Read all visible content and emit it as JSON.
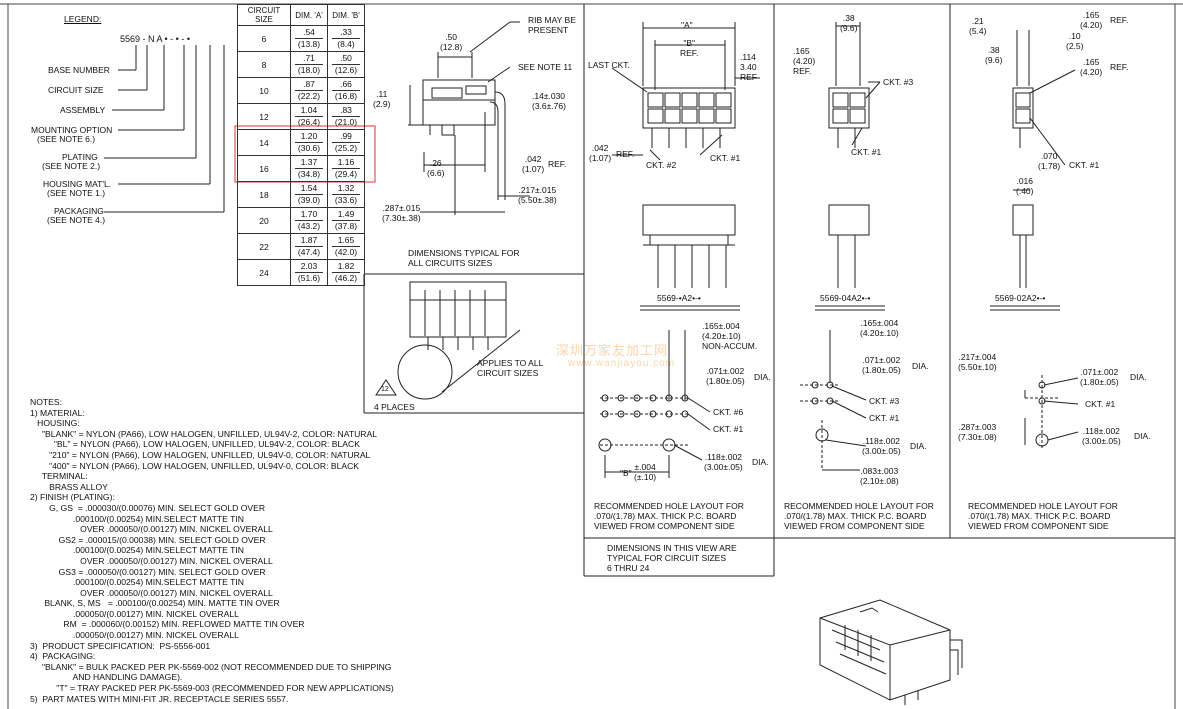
{
  "legend": {
    "title": "LEGEND:",
    "code": "5569 - N A • - • - •",
    "items": [
      "BASE NUMBER",
      "CIRCUIT SIZE",
      "ASSEMBLY",
      "MOUNTING OPTION",
      "(SEE NOTE 6.)",
      "PLATING",
      "(SEE NOTE 2.)",
      "HOUSING MAT'L.",
      "(SEE NOTE 1.)",
      "PACKAGING",
      "(SEE NOTE 4.)"
    ]
  },
  "table": {
    "headers": [
      "CIRCUIT SIZE",
      "DIM. 'A'",
      "DIM. 'B'"
    ],
    "rows": [
      {
        "size": "6",
        "a": ".54",
        "a_mm": "(13.8)",
        "b": ".33",
        "b_mm": "(8.4)"
      },
      {
        "size": "8",
        "a": ".71",
        "a_mm": "(18.0)",
        "b": ".50",
        "b_mm": "(12.6)"
      },
      {
        "size": "10",
        "a": ".87",
        "a_mm": "(22.2)",
        "b": ".66",
        "b_mm": "(16.8)"
      },
      {
        "size": "12",
        "a": "1.04",
        "a_mm": "(26.4)",
        "b": ".83",
        "b_mm": "(21.0)"
      },
      {
        "size": "14",
        "a": "1.20",
        "a_mm": "(30.6)",
        "b": ".99",
        "b_mm": "(25.2)"
      },
      {
        "size": "16",
        "a": "1.37",
        "a_mm": "(34.8)",
        "b": "1.16",
        "b_mm": "(29.4)"
      },
      {
        "size": "18",
        "a": "1.54",
        "a_mm": "(39.0)",
        "b": "1.32",
        "b_mm": "(33.6)"
      },
      {
        "size": "20",
        "a": "1.70",
        "a_mm": "(43.2)",
        "b": "1.49",
        "b_mm": "(37.8)"
      },
      {
        "size": "22",
        "a": "1.87",
        "a_mm": "(47.4)",
        "b": "1.65",
        "b_mm": "(42.0)"
      },
      {
        "size": "24",
        "a": "2.03",
        "a_mm": "(51.6)",
        "b": "1.82",
        "b_mm": "(46.2)"
      }
    ],
    "highlight_color": "#e0584f"
  },
  "side_view": {
    "rib_note": "RIB MAY BE\nPRESENT",
    "see_note": "SEE NOTE 11",
    "dim_50": ".50\n(12.8)",
    "dim_11": ".11\n(2.9)",
    "dim_14": ".14±.030\n(3.6±.76)",
    "dim_26": ".26\n(6.6)",
    "dim_042": ".042\n(1.07)",
    "dim_042_ref": "REF.",
    "dim_287": ".287±.015\n(7.30±.38)",
    "dim_217": ".217±.015\n(5.50±.38)"
  },
  "typical": {
    "caption": "DIMENSIONS TYPICAL FOR\nALL CIRCUITS SIZES",
    "applies": "APPLIES TO ALL\nCIRCUIT SIZES",
    "places": "4 PLACES",
    "flag": "12"
  },
  "front_views": {
    "last_ckt": "LAST CKT.",
    "dim_a": "\"A\"",
    "dim_b": "\"B\"\nREF.",
    "dim_114": ".114\n3.40\nREF",
    "dim_042": ".042\n(1.07)",
    "ref": "REF.",
    "ckt2": "CKT. #2",
    "ckt1": "CKT. #1",
    "dim_38": ".38\n(9.6)",
    "dim_165": ".165\n(4.20)\nREF.",
    "ckt3": "CKT. #3",
    "ckt1b": "CKT. #1",
    "dim_21": ".21\n(5.4)",
    "dim_10": ".10\n(2.5)",
    "dim_38b": ".38\n(9.6)",
    "dim_165b": ".165\n(4.20)",
    "ref2": "REF.",
    "dim_165c": ".165\n(4.20)",
    "ref3": "REF.",
    "dim_070": ".070\n(1.78)",
    "ckt1c": "CKT. #1",
    "dim_016": ".016\n(.40)"
  },
  "part_labels": [
    "5569-•A2•-•",
    "5569-04A2•-•",
    "5569-02A2•-•"
  ],
  "hole_layouts": {
    "left": {
      "d165": ".165±.004\n(4.20±.10)\nNON-ACCUM.",
      "d071": ".071±.002\n(1.80±.05)",
      "dia": "DIA.",
      "ckt6": "CKT. #6",
      "ckt1": "CKT. #1",
      "d118": ".118±.002\n(3.00±.05)",
      "dia2": "DIA.",
      "db": "\"B\"",
      "db_tol": "±.004\n(±.10)"
    },
    "mid": {
      "d165": ".165±.004\n(4.20±.10)",
      "d071": ".071±.002\n(1.80±.05)",
      "dia": "DIA.",
      "ckt3": "CKT. #3",
      "ckt1": "CKT. #1",
      "d118": ".118±.002\n(3.00±.05)",
      "dia2": "DIA.",
      "d083": ".083±.003\n(2.10±.08)"
    },
    "right": {
      "d217": ".217±.004\n(5.50±.10)",
      "d071": ".071±.002\n(1.80±.05)",
      "dia": "DIA.",
      "ckt1": "CKT. #1",
      "d287": ".287±.003\n(7.30±.08)",
      "d118": ".118±.002\n(3.00±.05)",
      "dia2": "DIA."
    },
    "caption": "RECOMMENDED HOLE LAYOUT FOR\n.070/(1.78) MAX. THICK P.C. BOARD\nVIEWED FROM COMPONENT SIDE",
    "typical_note": "DIMENSIONS IN THIS VIEW ARE\nTYPICAL FOR CIRCUIT SIZES\n6 THRU 24"
  },
  "notes": [
    "NOTES:",
    "1) MATERIAL:",
    "   HOUSING:",
    "     \"BLANK\" = NYLON (PA66), LOW HALOGEN, UNFILLED, UL94V-2, COLOR: NATURAL",
    "          \"BL\" = NYLON (PA66), LOW HALOGEN, UNFILLED, UL94V-2, COLOR: BLACK",
    "        \"210\" = NYLON (PA66), LOW HALOGEN, UNFILLED, UL94V-0, COLOR: NATURAL",
    "        \"400\" = NYLON (PA66), LOW HALOGEN, UNFILLED, UL94V-0, COLOR: BLACK",
    "     TERMINAL:",
    "        BRASS ALLOY",
    "2) FINISH (PLATING):",
    "        G, GS  = .000030/(0.00076) MIN. SELECT GOLD OVER",
    "                  .000100/(0.00254) MIN.SELECT MATTE TIN",
    "                     OVER .000050/(0.00127) MIN. NICKEL OVERALL",
    "            GS2 = .000015/(0.00038) MIN. SELECT GOLD OVER",
    "                  .000100/(0.00254) MIN.SELECT MATTE TIN",
    "                     OVER .000050/(0.00127) MIN. NICKEL OVERALL",
    "            GS3 = .000050/(0.00127) MIN. SELECT GOLD OVER",
    "                  .000100/(0.00254) MIN.SELECT MATTE TIN",
    "                     OVER .000050/(0.00127) MIN. NICKEL OVERALL",
    "      BLANK, S, MS   = .000100/(0.00254) MIN. MATTE TIN OVER",
    "                  .000050/(0.00127) MIN. NICKEL OVERALL",
    "              RM  = .000060/(0.00152) MIN. REFLOWED MATTE TIN OVER",
    "                  .000050/(0.00127) MIN. NICKEL OVERALL",
    "3)  PRODUCT SPECIFICATION:  PS-5556-001",
    "4)  PACKAGING:",
    "     \"BLANK\" = BULK PACKED PER PK-5569-002 (NOT RECOMMENDED DUE TO SHIPPING",
    "                  AND HANDLING DAMAGE).",
    "           \"T\" = TRAY PACKED PER PK-5569-003 (RECOMMENDED FOR NEW APPLICATIONS)",
    "5)  PART MATES WITH MINI-FIT JR. RECEPTACLE SERIES 5557."
  ],
  "watermark": {
    "line1": "深圳万家友加工网",
    "line2": "www.wanjiayou.com",
    "color": "#f2a24a"
  }
}
